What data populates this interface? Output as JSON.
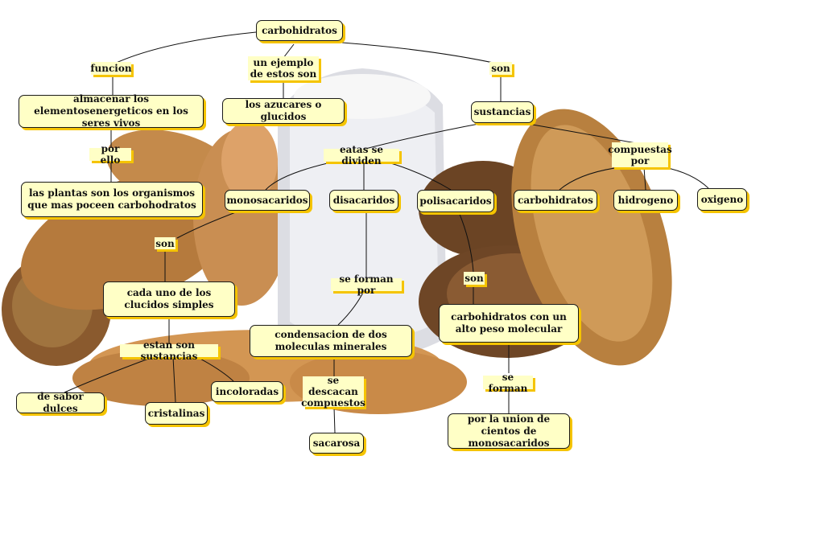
{
  "nodes": {
    "carbohidratos_root": "carbohidratos",
    "almacenar": "almacenar los elementosenergeticos en los seres vivos",
    "plantas": "las plantas son los organismos que mas poceen carbohodratos",
    "azucares": "los azucares o glucidos",
    "sustancias": "sustancias",
    "monosacaridos": "monosacaridos",
    "disacaridos": "disacaridos",
    "polisacaridos": "polisacaridos",
    "carbohidratos_elem": "carbohidratos",
    "hidrogeno": "hidrogeno",
    "oxigeno": "oxigeno",
    "cada_uno": "cada uno de los clucidos simples",
    "condensacion": "condensacion de dos moleculas minerales",
    "alto_peso": "carbohidratos con un alto peso molecular",
    "union": "por la union de cientos de monosacaridos",
    "sabor_dulces": "de sabor dulces",
    "cristalinas": "cristalinas",
    "incoloradas": "incoloradas",
    "sacarosa": "sacarosa"
  },
  "links": {
    "funcion": "funcion",
    "ejemplo": "un ejemplo de estos son",
    "son_top": "son",
    "por_ello": "por ello",
    "eatas": "eatas se dividen",
    "compuestas": "compuestas por",
    "son_mono": "son",
    "se_forman_por": "se forman por",
    "son_poli": "son",
    "estan_son": "estan son sustancias",
    "se_descacan": "se descacan compuestos",
    "se_forman": "se forman"
  }
}
